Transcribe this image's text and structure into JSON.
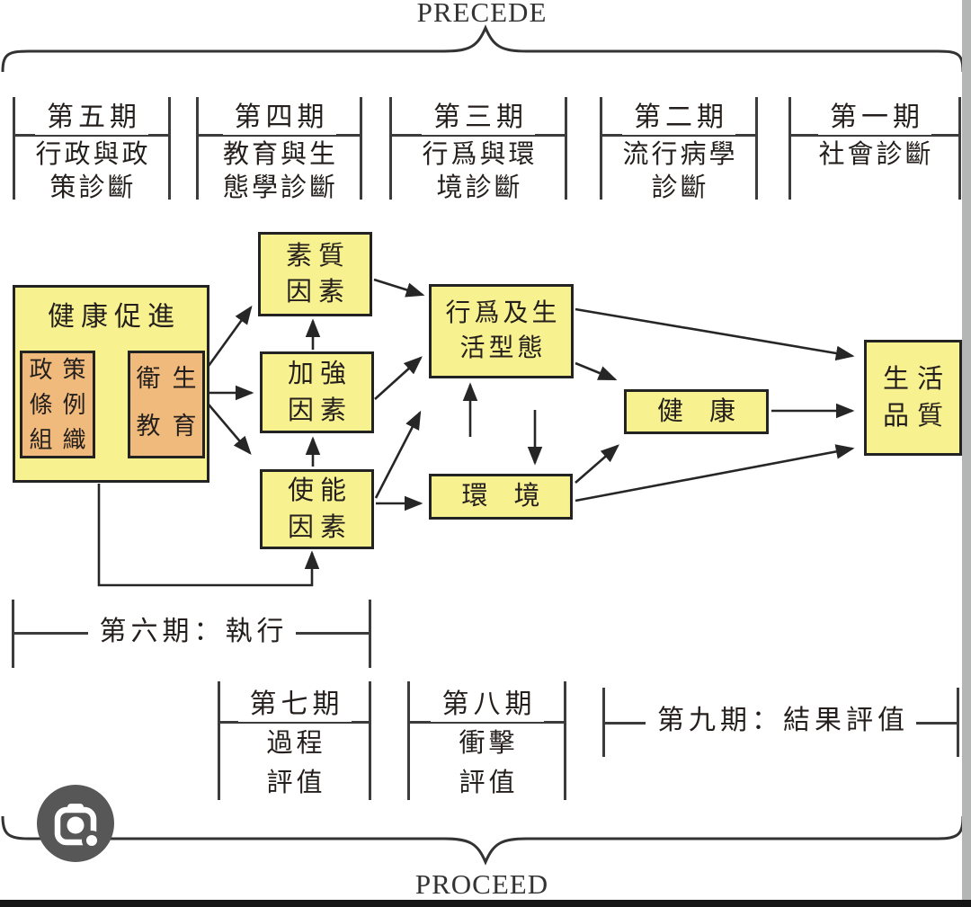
{
  "precede_label": "PRECEDE",
  "proceed_label": "PROCEED",
  "phases_top": [
    {
      "title": "第五期",
      "desc": [
        "行政與政",
        "策診斷"
      ]
    },
    {
      "title": "第四期",
      "desc": [
        "教育與生",
        "態學診斷"
      ]
    },
    {
      "title": "第三期",
      "desc": [
        "行爲與環",
        "境診斷"
      ]
    },
    {
      "title": "第二期",
      "desc": [
        "流行病學",
        "診斷"
      ]
    },
    {
      "title": "第一期",
      "desc": [
        "社會診斷"
      ]
    }
  ],
  "phases_bottom": {
    "phase6": {
      "title": "第六期：執行"
    },
    "phase7": {
      "title": "第七期",
      "desc": [
        "過程",
        "評值"
      ]
    },
    "phase8": {
      "title": "第八期",
      "desc": [
        "衝擊",
        "評值"
      ]
    },
    "phase9": {
      "title": "第九期：結果評值"
    }
  },
  "boxes": {
    "health_promotion": {
      "label": "健康促進"
    },
    "policy_regulation_organization": {
      "lines": [
        "政策",
        "條例",
        "組織"
      ]
    },
    "health_education": {
      "lines": [
        "衛生",
        "教育"
      ]
    },
    "predisposing_factors": {
      "lines": [
        "素質",
        "因素"
      ]
    },
    "reinforcing_factors": {
      "lines": [
        "加強",
        "因素"
      ]
    },
    "enabling_factors": {
      "lines": [
        "使能",
        "因素"
      ]
    },
    "behavior_lifestyle": {
      "lines": [
        "行爲及生",
        "活型態"
      ]
    },
    "environment": {
      "label": "環　境"
    },
    "health": {
      "label": "健　康"
    },
    "quality_of_life": {
      "lines": [
        "生活",
        "品質"
      ]
    }
  },
  "icons": {
    "lens_camera": "google-lens-camera-icon"
  },
  "colors": {
    "box_yellow": "#f7f28f",
    "box_orange": "#f0ba7d",
    "line": "#3c3c3c",
    "lens_circle": "#575757",
    "right_strip": "#b3b6b4",
    "bottom_bar": "#161616"
  }
}
